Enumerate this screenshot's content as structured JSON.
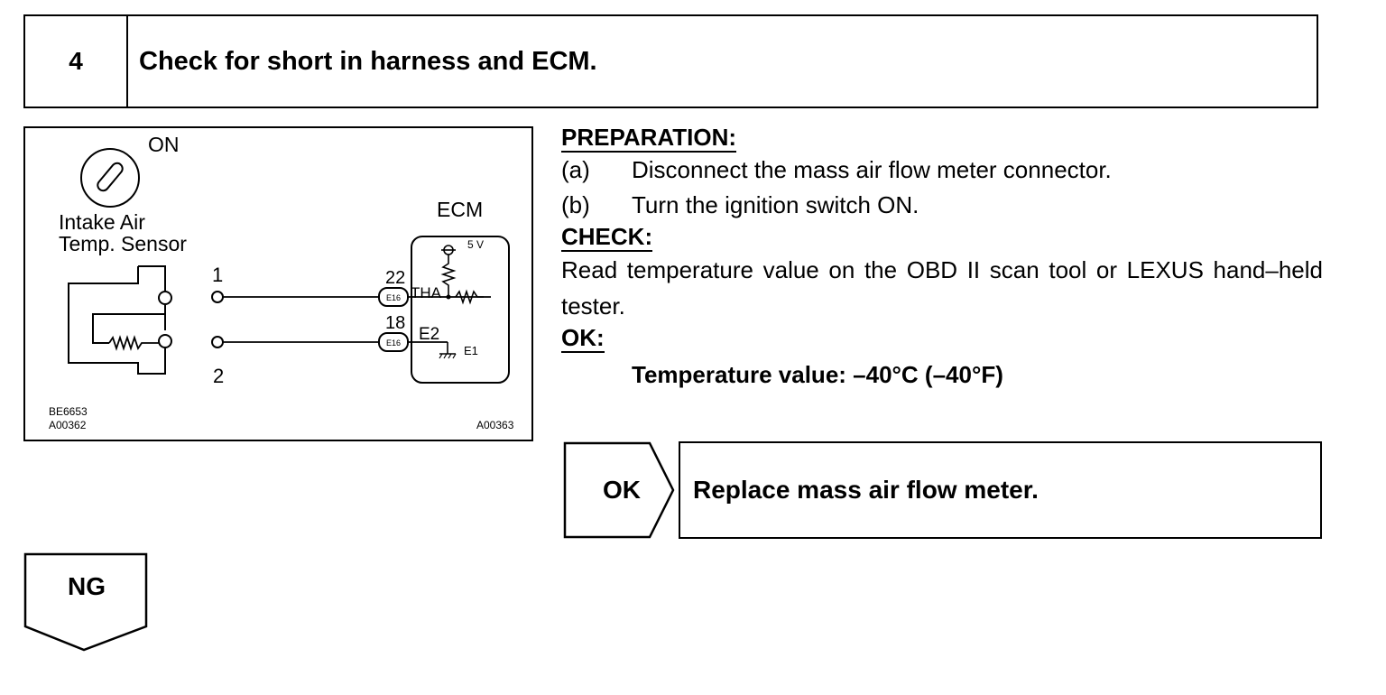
{
  "step": {
    "number": "4",
    "title": "Check for short in harness and ECM."
  },
  "diagram": {
    "switch_label": "ON",
    "sensor_label_1": "Intake Air",
    "sensor_label_2": "Temp. Sensor",
    "ecm_label": "ECM",
    "voltage": "5 V",
    "pin_1": "1",
    "pin_2": "2",
    "pin_22": "22",
    "pin_18": "18",
    "connector_top": "E16",
    "connector_bottom": "E16",
    "signal_tha": "THA",
    "signal_e2": "E2",
    "ground_e1": "E1",
    "code_1": "BE6653",
    "code_2": "A00362",
    "code_3": "A00363"
  },
  "preparation": {
    "heading": "PREPARATION:",
    "steps": [
      {
        "letter": "(a)",
        "text": "Disconnect the mass air flow meter connector."
      },
      {
        "letter": "(b)",
        "text": "Turn the ignition switch ON."
      }
    ]
  },
  "check": {
    "heading": "CHECK:",
    "text": "Read temperature value on the OBD II scan tool or LEXUS hand–held tester."
  },
  "ok": {
    "heading": "OK:",
    "value": "Temperature value: –40°C (–40°F)"
  },
  "result_ok": {
    "label": "OK",
    "action": "Replace mass air flow meter."
  },
  "result_ng": {
    "label": "NG"
  }
}
